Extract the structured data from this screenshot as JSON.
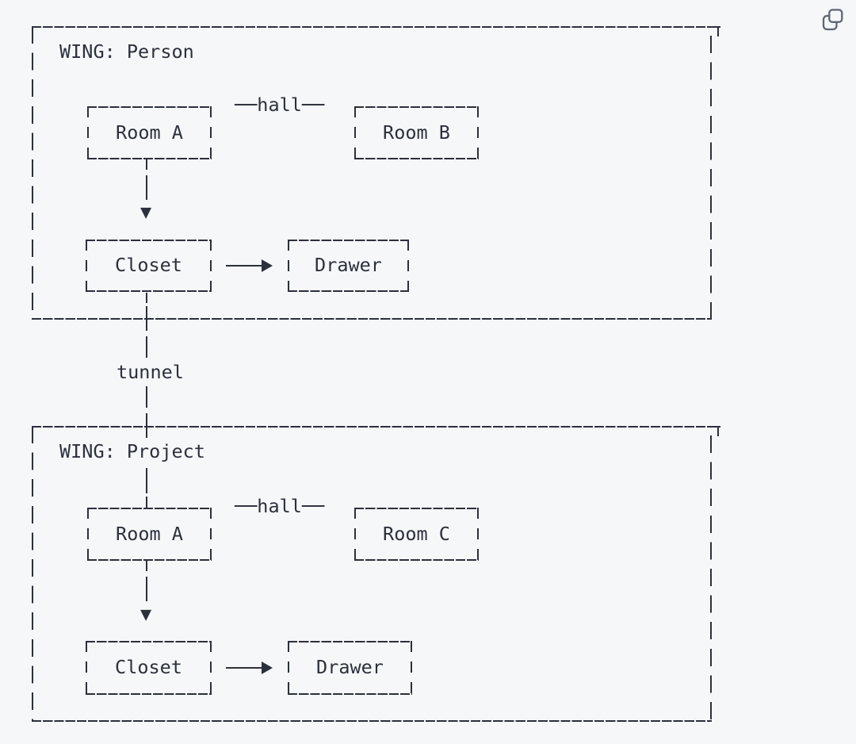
{
  "page": {
    "background_color": "#f6f7f9",
    "ink_color": "#2b303b",
    "icon_color": "#5e6672"
  },
  "toolbar": {
    "copy_icon": "copy-icon"
  },
  "diagram": {
    "tunnel_label": "tunnel",
    "arrow_down_glyph": "▼",
    "wings": [
      {
        "title": "WING: Person",
        "hall_label": "──hall──",
        "rooms": [
          "Room A",
          "Room B"
        ],
        "closet": "Closet",
        "drawer": "Drawer",
        "connections": [
          {
            "from": "Room A",
            "to": "Room B",
            "via": "hall"
          },
          {
            "from": "Room A",
            "to": "Closet",
            "type": "arrow-down"
          },
          {
            "from": "Closet",
            "to": "Drawer",
            "type": "arrow-right"
          }
        ]
      },
      {
        "title": "WING: Project",
        "hall_label": "──hall──",
        "rooms": [
          "Room A",
          "Room C"
        ],
        "closet": "Closet",
        "drawer": "Drawer",
        "connections": [
          {
            "from": "Room A",
            "to": "Room C",
            "via": "hall"
          },
          {
            "from": "Room A",
            "to": "Closet",
            "type": "arrow-down"
          },
          {
            "from": "Closet",
            "to": "Drawer",
            "type": "arrow-right"
          }
        ]
      }
    ],
    "tunnel_connection": {
      "from": "WING: Person / Closet",
      "to": "WING: Project / Room A",
      "via": "tunnel"
    }
  }
}
